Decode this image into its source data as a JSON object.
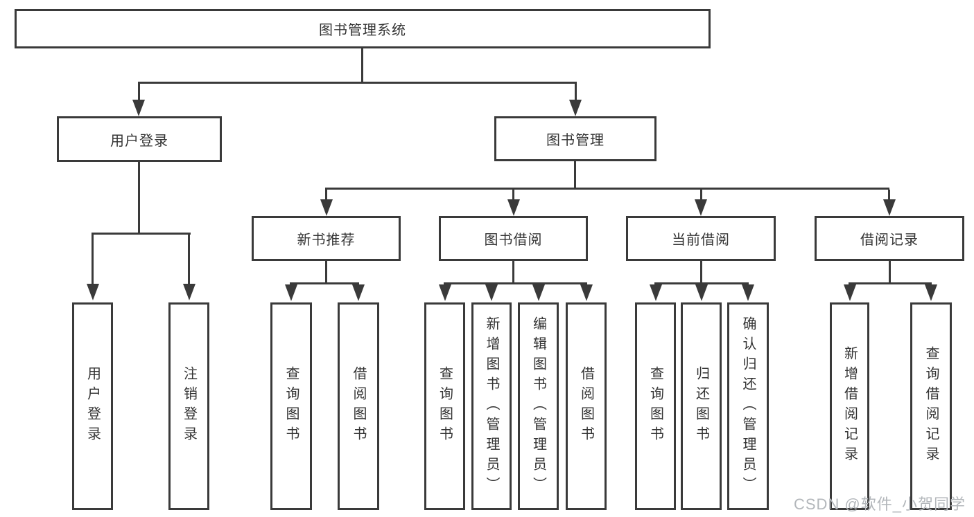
{
  "root": "图书管理系统",
  "user_login": {
    "label": "用户登录",
    "children": [
      "用户登录",
      "注销登录"
    ]
  },
  "book_mgmt": {
    "label": "图书管理",
    "sections": [
      {
        "label": "新书推荐",
        "children": [
          "查询图书",
          "借阅图书"
        ]
      },
      {
        "label": "图书借阅",
        "children": [
          "查询图书",
          "新增图书（管理员）",
          "编辑图书（管理员）",
          "借阅图书"
        ]
      },
      {
        "label": "当前借阅",
        "children": [
          "查询图书",
          "归还图书",
          "确认归还（管理员）"
        ]
      },
      {
        "label": "借阅记录",
        "children": [
          "新增借阅记录",
          "查询借阅记录"
        ]
      }
    ]
  },
  "watermark": "CSDN @软件_小贺同学",
  "colors": {
    "line": "#3a3a3a",
    "text": "#333333",
    "box_bg": "#ffffff",
    "watermark": "#b3b7bb"
  }
}
